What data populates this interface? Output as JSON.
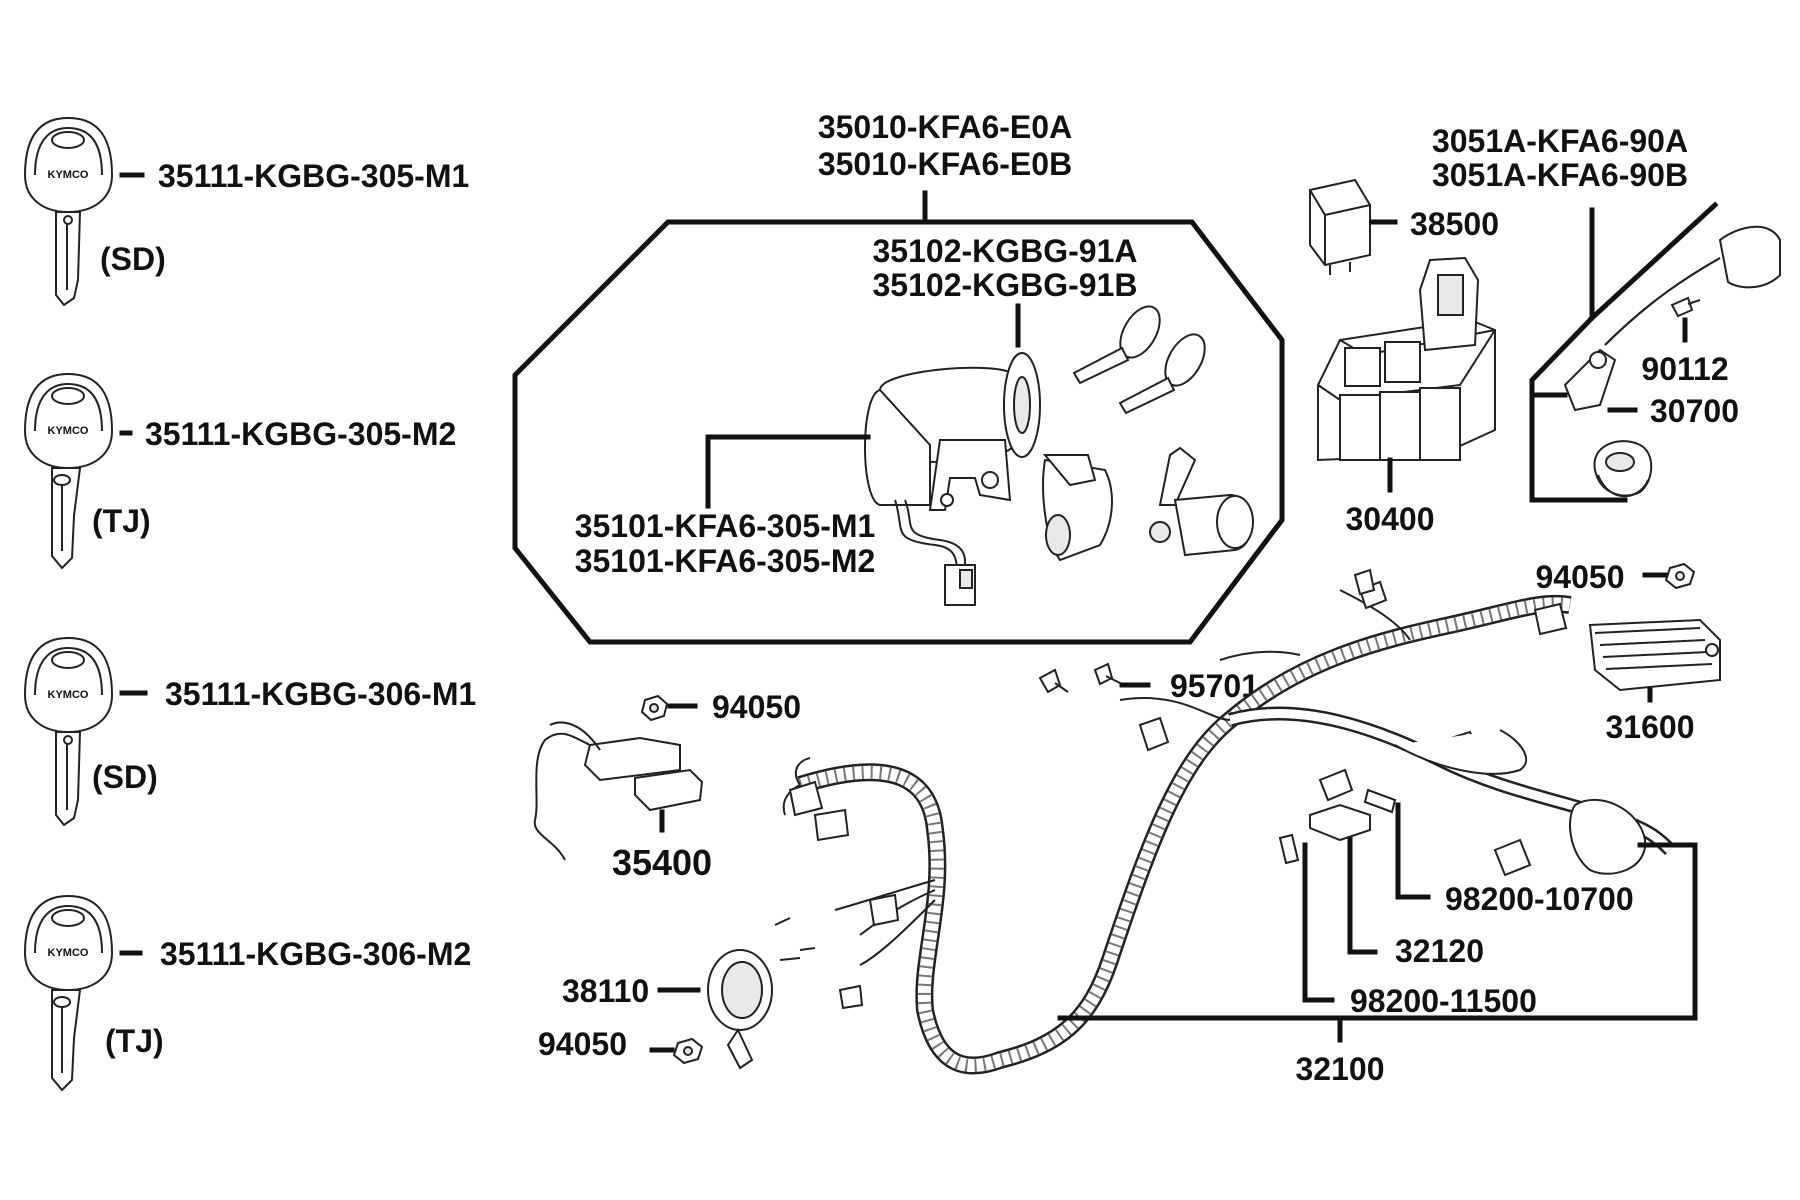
{
  "diagram": {
    "keys": [
      {
        "part": "35111-KGBG-305-M1",
        "variant": "(SD)",
        "brand": "KYMCO"
      },
      {
        "part": "35111-KGBG-305-M2",
        "variant": "(TJ)",
        "brand": "KYMCO"
      },
      {
        "part": "35111-KGBG-306-M1",
        "variant": "(SD)",
        "brand": "KYMCO"
      },
      {
        "part": "35111-KGBG-306-M2",
        "variant": "(TJ)",
        "brand": "KYMCO"
      }
    ],
    "lock_set": {
      "parts": [
        "35010-KFA6-E0A",
        "35010-KFA6-E0B"
      ],
      "sub_keys": [
        "35102-KGBG-91A",
        "35102-KGBG-91B"
      ],
      "main_switch": [
        "35101-KFA6-305-M1",
        "35101-KFA6-305-M2"
      ]
    },
    "relay": "38500",
    "fuse_box": "30400",
    "plug_cap": [
      "3051A-KFA6-90A",
      "3051A-KFA6-90B"
    ],
    "cap_screw": "90112",
    "cap_cover": "30700",
    "nut_top": "94050",
    "regulator": "31600",
    "screw": "95701",
    "nut_mid": "94050",
    "rectifier_unit": "35400",
    "horn": "38110",
    "nut_bottom": "94050",
    "bulb_a": "98200-10700",
    "socket": "32120",
    "bulb_b": "98200-11500",
    "harness": "32100"
  }
}
